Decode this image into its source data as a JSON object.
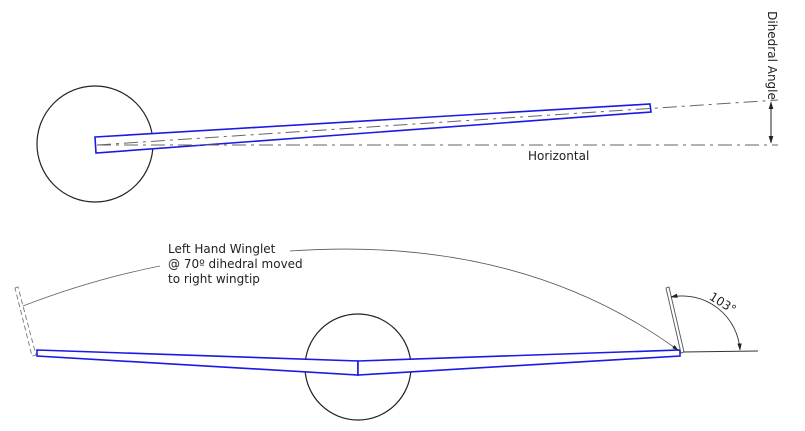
{
  "top_view": {
    "dihedral_label": "Dihedral Angle",
    "horizontal_label": "Horizontal"
  },
  "bottom_view": {
    "winglet_note": [
      "Left Hand Winglet",
      "@ 70º dihedral moved",
      "to right wingtip"
    ],
    "angle_label": "103°"
  },
  "colors": {
    "wing": "#1a1ae6",
    "line": "#333333"
  }
}
